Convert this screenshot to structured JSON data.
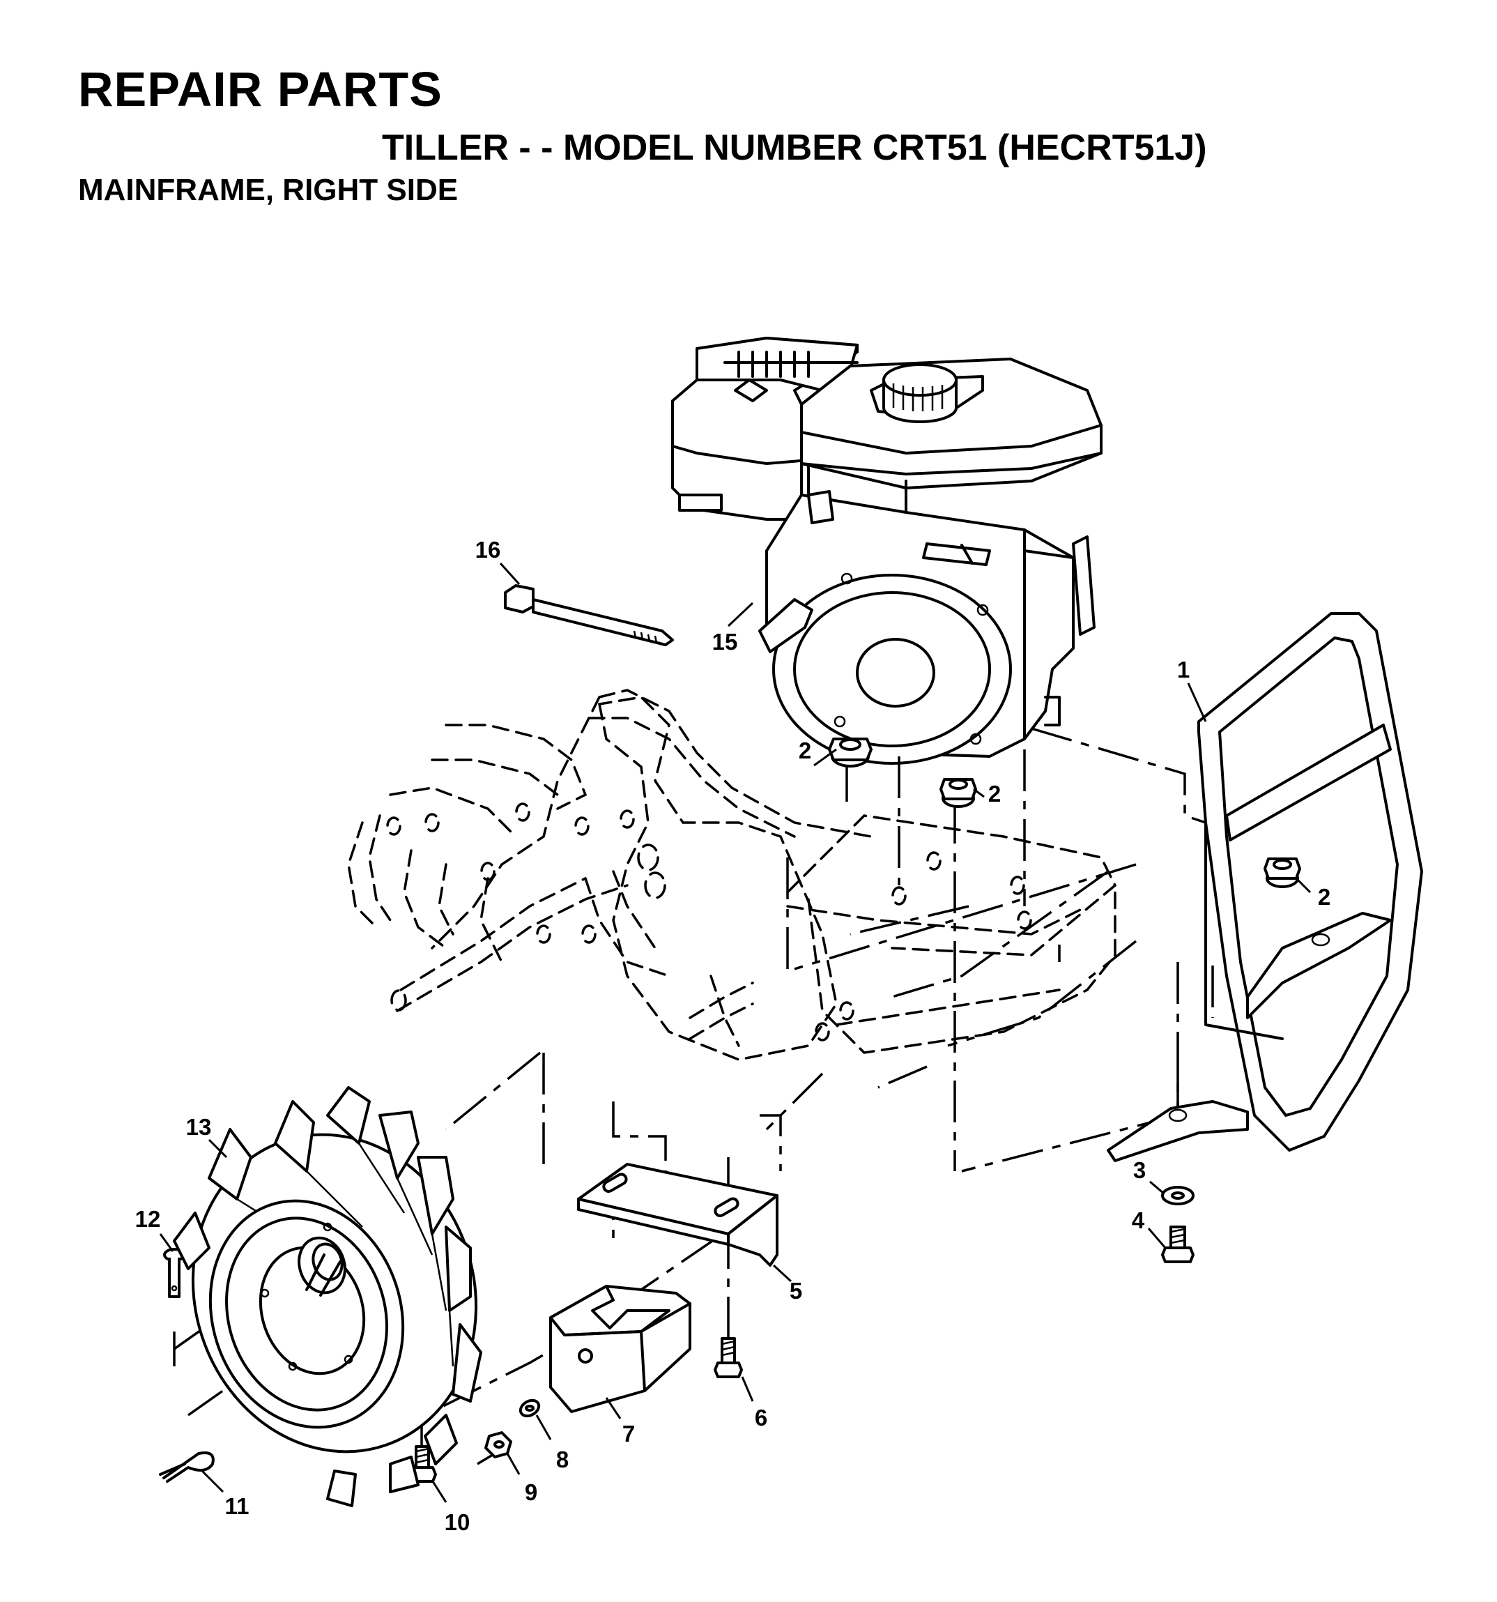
{
  "header": {
    "title": "REPAIR PARTS",
    "subtitle": "TILLER - - MODEL NUMBER CRT51 (HECRT51J)",
    "section": "MAINFRAME, RIGHT SIDE"
  },
  "callouts": {
    "c1": "1",
    "c2a": "2",
    "c2b": "2",
    "c2c": "2",
    "c3": "3",
    "c4": "4",
    "c5": "5",
    "c6": "6",
    "c7": "7",
    "c8": "8",
    "c9": "9",
    "c10": "10",
    "c11": "11",
    "c12": "12",
    "c13": "13",
    "c15": "15",
    "c16": "16"
  }
}
